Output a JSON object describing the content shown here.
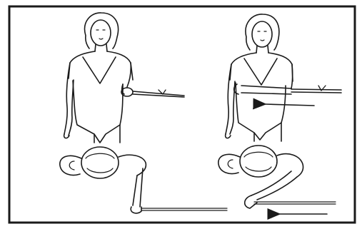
{
  "figure": {
    "ink_color": "#1a1a1a",
    "paper_color": "#ffffff",
    "panels": [
      {
        "id": "start",
        "views": [
          "front-view",
          "top-view"
        ],
        "arrows": 0
      },
      {
        "id": "end",
        "views": [
          "front-view",
          "top-view"
        ],
        "arrows": 2
      }
    ]
  }
}
